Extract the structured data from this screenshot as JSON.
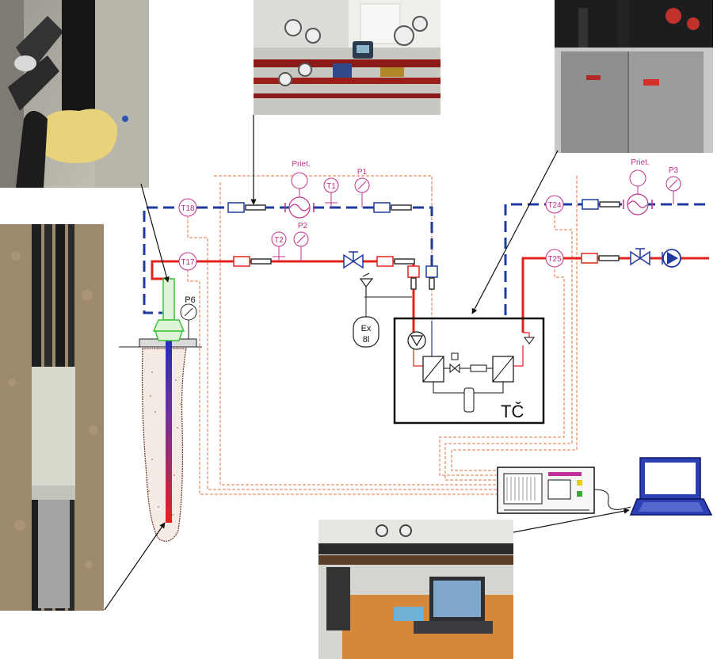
{
  "sensors": {
    "t18": "T18",
    "t17": "T17",
    "t1": "T1",
    "t2": "T2",
    "t24": "T24",
    "t25": "T25",
    "p1": "P1",
    "p2": "P2",
    "p3": "P3",
    "p6": "P6",
    "flow_left": "Priet.",
    "flow_right": "Priet."
  },
  "components": {
    "expansion_tank_line1": "Ex",
    "expansion_tank_line2": "8l",
    "heat_pump": "TČ"
  },
  "colors": {
    "cold_line": "#1f3aa0",
    "hot_line": "#e0231e",
    "signal_line": "#e8734a",
    "sensor_label": "#c0308a",
    "probe": "#3cc13c"
  }
}
